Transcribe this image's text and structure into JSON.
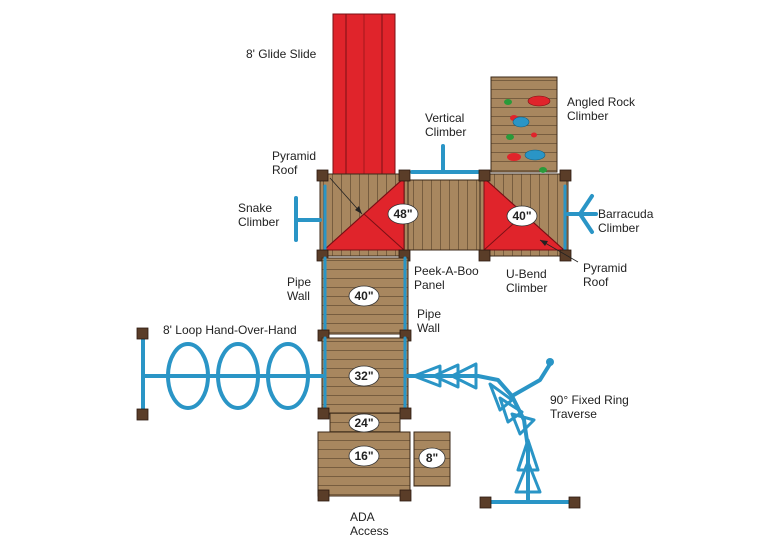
{
  "labels": {
    "glide_slide": "8' Glide Slide",
    "angled_rock_1": "Angled Rock",
    "angled_rock_2": "Climber",
    "vertical_1": "Vertical",
    "vertical_2": "Climber",
    "pyramid_roof_left_1": "Pyramid",
    "pyramid_roof_left_2": "Roof",
    "snake_1": "Snake",
    "snake_2": "Climber",
    "barracuda_1": "Barracuda",
    "barracuda_2": "Climber",
    "peek_a_boo_1": "Peek-A-Boo",
    "peek_a_boo_2": "Panel",
    "u_bend_1": "U-Bend",
    "u_bend_2": "Climber",
    "pyramid_roof_right_1": "Pyramid",
    "pyramid_roof_right_2": "Roof",
    "pipe_wall_left_1": "Pipe",
    "pipe_wall_left_2": "Wall",
    "pipe_wall_right_1": "Pipe",
    "pipe_wall_right_2": "Wall",
    "loop_hand": "8' Loop Hand-Over-Hand",
    "ring_traverse_1": "90° Fixed Ring",
    "ring_traverse_2": "Traverse",
    "ada_1": "ADA",
    "ada_2": "Access"
  },
  "heights": {
    "h48": "48\"",
    "h40_right": "40\"",
    "h40_center": "40\"",
    "h32": "32\"",
    "h24": "24\"",
    "h16": "16\"",
    "h8": "8\""
  },
  "colors": {
    "wood": "#a8875f",
    "post": "#5a3d28",
    "pipe": "#2a95c6",
    "roof_slide": "#e0242b",
    "rock_red": "#e0242b",
    "rock_blue": "#2a95c6",
    "rock_green": "#2a9a3a"
  }
}
